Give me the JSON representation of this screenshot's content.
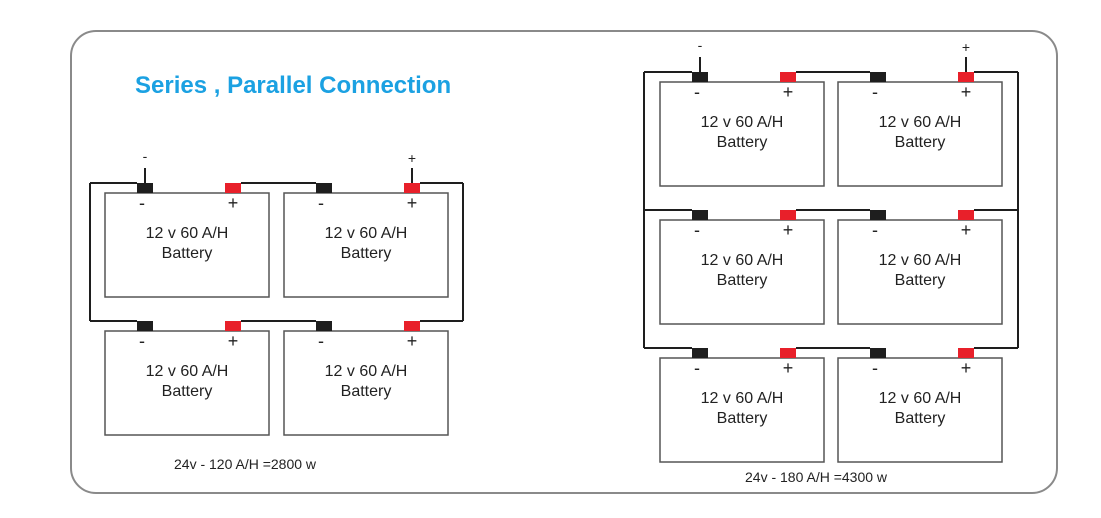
{
  "title": "Series , Parallel Connection",
  "colors": {
    "title": "#1ba1e2",
    "positive_terminal": "#e8202a",
    "negative_terminal": "#1e1e1e",
    "wire": "#1e1e1e",
    "battery_outline": "#555555",
    "frame": "#8a8a8a"
  },
  "battery": {
    "voltage_label": "12 v  60 A/H",
    "name": "Battery",
    "neg_symbol": "-",
    "pos_symbol": "+"
  },
  "diagrams": [
    {
      "id": "left",
      "config": "2 in series x 2 in parallel",
      "rows": 2,
      "cols": 2,
      "output_neg_label": "-",
      "output_pos_label": "+",
      "caption": "24v - 120 A/H =2800 w"
    },
    {
      "id": "right",
      "config": "2 in series x 3 in parallel",
      "rows": 3,
      "cols": 2,
      "output_neg_label": "-",
      "output_pos_label": "+",
      "caption": "24v - 180 A/H =4300 w"
    }
  ]
}
